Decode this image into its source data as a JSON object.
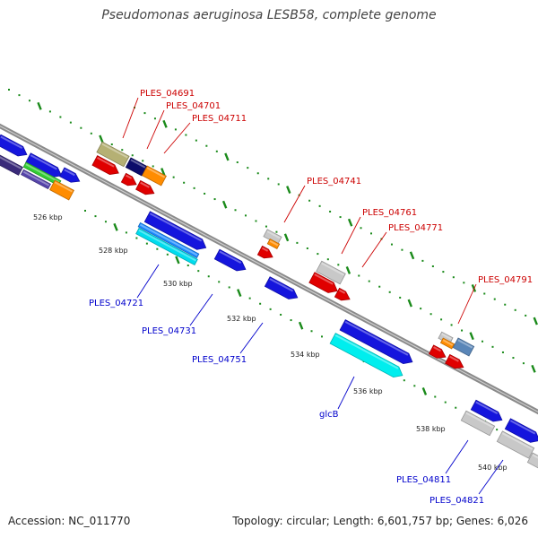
{
  "title": "Pseudomonas aeruginosa LESB58, complete genome",
  "accession": "Accession: NC_011770",
  "summary": "Topology: circular; Length: 6,601,757 bp; Genes: 6,026",
  "colors": {
    "backbone": "#8a8a8a",
    "tick": "#1a8a1a",
    "label_above": "#cc0000",
    "label_below": "#0000cc"
  },
  "scale": [
    {
      "kbp": 526,
      "label": "526 kbp"
    },
    {
      "kbp": 528,
      "label": "528 kbp"
    },
    {
      "kbp": 530,
      "label": "530 kbp"
    },
    {
      "kbp": 532,
      "label": "532 kbp"
    },
    {
      "kbp": 534,
      "label": "534 kbp"
    },
    {
      "kbp": 536,
      "label": "536 kbp"
    },
    {
      "kbp": 538,
      "label": "538 kbp"
    },
    {
      "kbp": 540,
      "label": "540 kbp"
    }
  ],
  "labels_above": [
    {
      "name": "PLES_04691"
    },
    {
      "name": "PLES_04701"
    },
    {
      "name": "PLES_04711"
    },
    {
      "name": "PLES_04741"
    },
    {
      "name": "PLES_04761"
    },
    {
      "name": "PLES_04771"
    },
    {
      "name": "PLES_04791"
    }
  ],
  "labels_below": [
    {
      "name": "PLES_04721"
    },
    {
      "name": "PLES_04731"
    },
    {
      "name": "PLES_04751"
    },
    {
      "name": "glcB"
    },
    {
      "name": "PLES_04811"
    },
    {
      "name": "PLES_04821"
    }
  ]
}
